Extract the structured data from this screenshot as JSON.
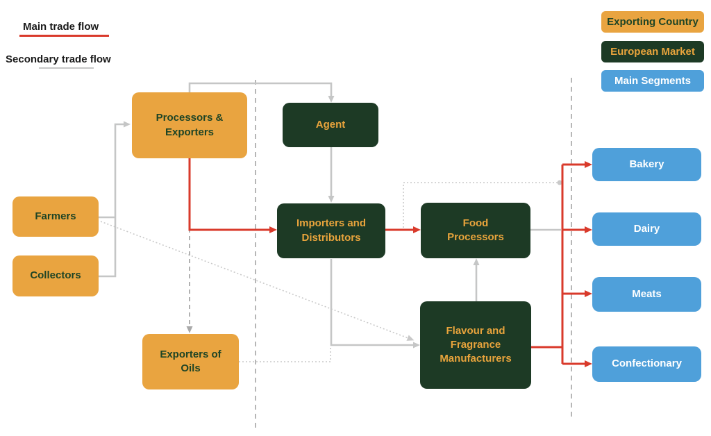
{
  "colors": {
    "orange": "#E9A440",
    "dark_green": "#1D3A25",
    "blue": "#4FA0DA",
    "red": "#D93A2B",
    "gray_line": "#C5C6C6",
    "dotted_line": "#C9C9C9",
    "dashed_line": "#A9A9A9",
    "divider": "#AFAFAF",
    "green_text": "#1E4425",
    "gold_text": "#E9A43C",
    "white_text": "#FFFFFF",
    "legend_text": "#1A1A1A",
    "background": "#FFFFFF"
  },
  "flow_legend": {
    "main": {
      "label": "Main trade flow",
      "line_color": "#D93A2B",
      "line_style": "solid"
    },
    "secondary": {
      "label": "Secondary trade flow",
      "line_color": "#C5C6C6",
      "line_style": "solid"
    }
  },
  "category_legend": {
    "exporting_country": {
      "label": "Exporting Country"
    },
    "european_market": {
      "label": "European Market"
    },
    "main_segments": {
      "label": "Main Segments"
    }
  },
  "nodes": {
    "farmers": {
      "label": "Farmers",
      "category": "Exporting Country"
    },
    "collectors": {
      "label": "Collectors",
      "category": "Exporting Country"
    },
    "processors_exporters": {
      "label": "Processors & Exporters",
      "category": "Exporting Country"
    },
    "exporters_of_oils": {
      "label": "Exporters of Oils",
      "category": "Exporting Country"
    },
    "agent": {
      "label": "Agent",
      "category": "European Market"
    },
    "importers_distributors": {
      "label": "Importers and Distributors",
      "category": "European Market"
    },
    "food_processors": {
      "label": "Food Processors",
      "category": "European Market"
    },
    "flavour_fragrance": {
      "label": "Flavour and Fragrance Manufacturers",
      "category": "European Market"
    },
    "bakery": {
      "label": "Bakery",
      "category": "Main Segments"
    },
    "dairy": {
      "label": "Dairy",
      "category": "Main Segments"
    },
    "meats": {
      "label": "Meats",
      "category": "Main Segments"
    },
    "confectionary": {
      "label": "Confectionary",
      "category": "Main Segments"
    }
  },
  "edges": [
    {
      "from": "farmers",
      "to": "processors_exporters",
      "type": "secondary-solid"
    },
    {
      "from": "collectors",
      "to": "processors_exporters",
      "type": "secondary-solid"
    },
    {
      "from": "processors_exporters",
      "to": "agent",
      "type": "secondary-solid"
    },
    {
      "from": "agent",
      "to": "importers_distributors",
      "type": "secondary-solid"
    },
    {
      "from": "processors_exporters",
      "to": "importers_distributors",
      "type": "main"
    },
    {
      "from": "processors_exporters",
      "to": "exporters_of_oils",
      "type": "secondary-dashed"
    },
    {
      "from": "importers_distributors",
      "to": "food_processors",
      "type": "main"
    },
    {
      "from": "importers_distributors",
      "to": "flavour_fragrance",
      "type": "secondary-solid"
    },
    {
      "from": "farmers",
      "to": "flavour_fragrance",
      "type": "secondary-dotted"
    },
    {
      "from": "exporters_of_oils",
      "to": "flavour_fragrance",
      "type": "secondary-dotted"
    },
    {
      "from": "importers_distributors",
      "to": "segments-trunk",
      "type": "secondary-dotted"
    },
    {
      "from": "flavour_fragrance",
      "to": "food_processors",
      "type": "secondary-solid"
    },
    {
      "from": "food_processors",
      "to": "segments-trunk",
      "type": "secondary-solid"
    },
    {
      "from": "flavour_fragrance",
      "to": "bakery",
      "type": "main"
    },
    {
      "from": "flavour_fragrance",
      "to": "dairy",
      "type": "main"
    },
    {
      "from": "flavour_fragrance",
      "to": "meats",
      "type": "main"
    },
    {
      "from": "flavour_fragrance",
      "to": "confectionary",
      "type": "main"
    }
  ]
}
